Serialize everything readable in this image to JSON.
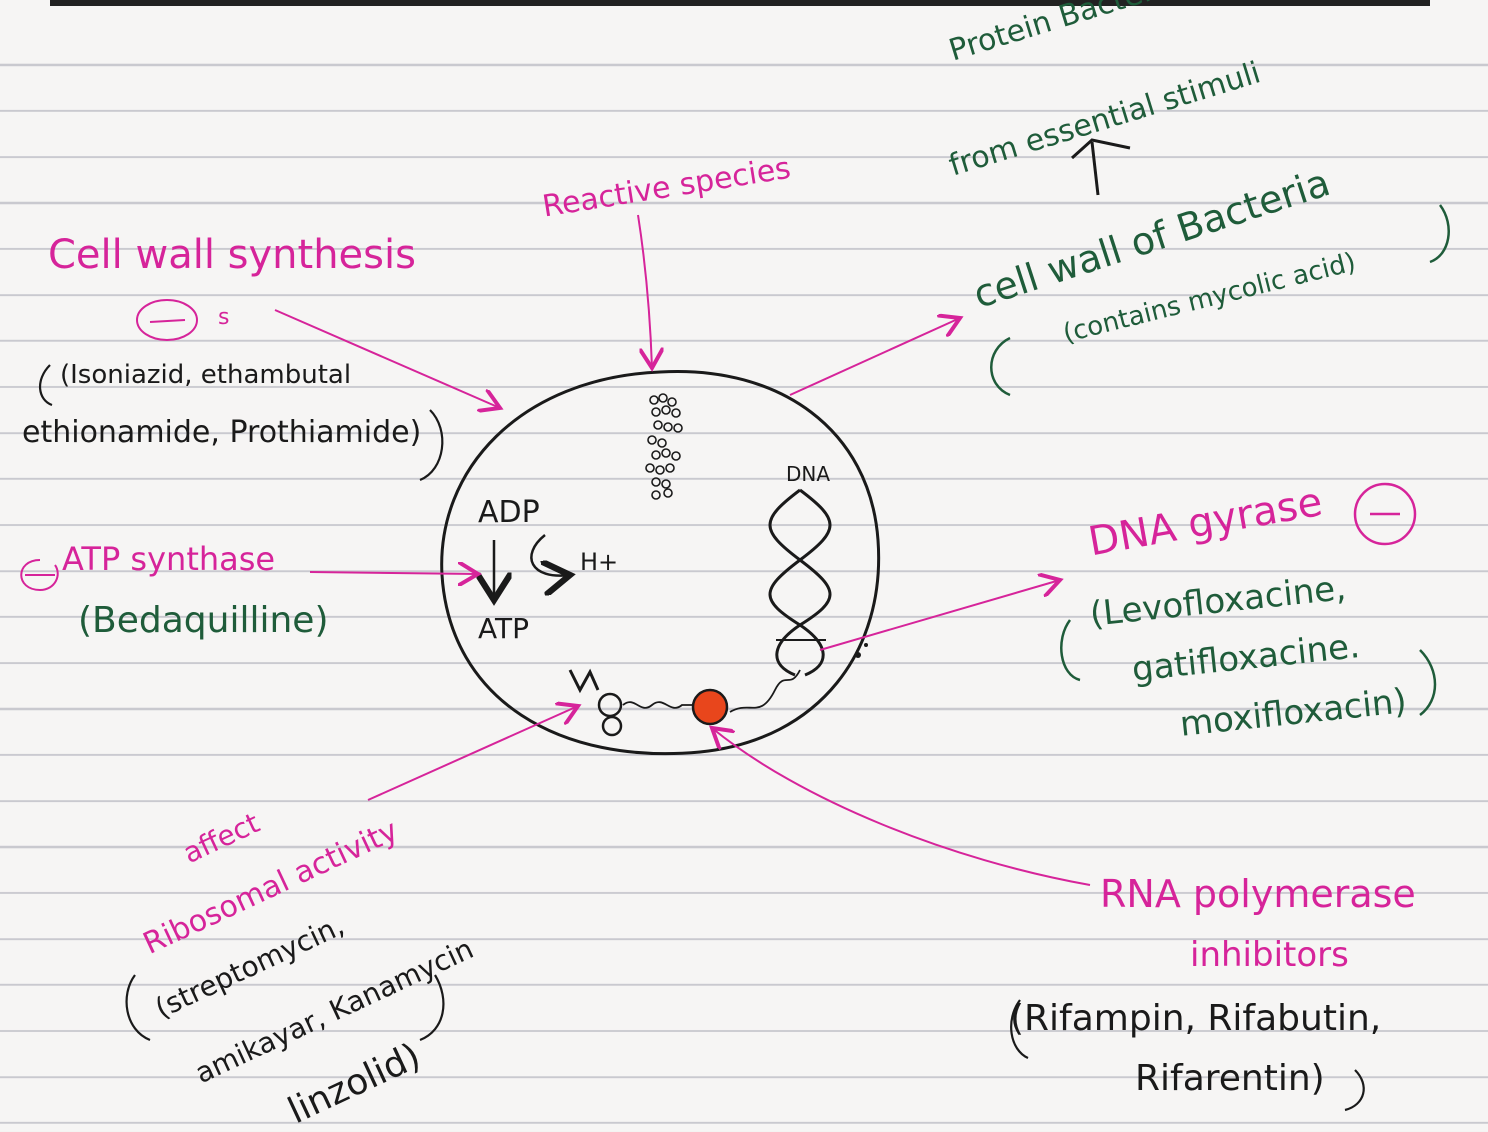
{
  "labels": {
    "protein_line1": "Protein Bacteria",
    "protein_line2": "from essential stimuli",
    "reactive": "Reactive species",
    "cell_wall_synthesis": "Cell wall synthesis",
    "inhibitors_mark": "s",
    "cw_drugs_line1": "(Isoniazid, ethambutal",
    "cw_drugs_line2": "ethionamide, Prothiamide)",
    "cell_wall_bacteria": "cell wall of Bacteria",
    "contains_mycolic": "(contains mycolic acid)",
    "atp_synthase": "ATP synthase",
    "bedaquiline": "(Bedaquilline)",
    "adp": "ADP",
    "h_plus": "H+",
    "atp": "ATP",
    "dna": "DNA",
    "dna_gyrase": "DNA gyrase",
    "gyrase_drugs_1": "(Levofloxacine,",
    "gyrase_drugs_2": "gatifloxacine.",
    "gyrase_drugs_3": "moxifloxacin)",
    "affect": "affect",
    "ribosomal_activity": "Ribosomal activity",
    "ribo_drugs_1": "(streptomycin,",
    "ribo_drugs_2": "amikayar, Kanamycin",
    "ribo_drugs_3": "linzolid)",
    "rna_polymerase": "RNA polymerase",
    "inhibitors": "inhibitors",
    "rif_drugs_1": "(Rifampin, Rifabutin,",
    "rif_drugs_2": "Rifarentin)"
  },
  "colors": {
    "pink": "#d6249a",
    "green": "#1f5c3a",
    "ink": "#1a1a1a",
    "ribosome": "#e8461c"
  }
}
